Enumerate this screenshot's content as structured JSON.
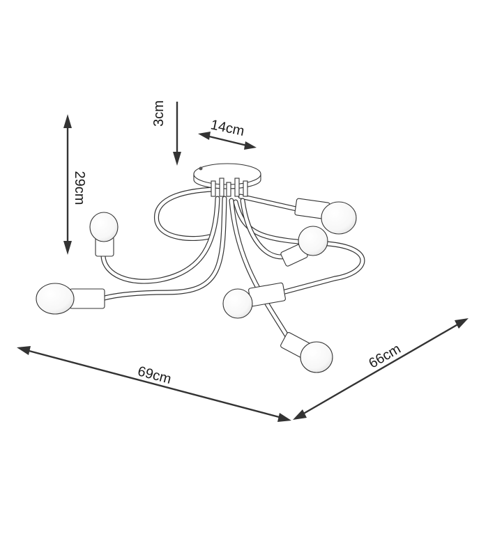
{
  "dimensions": {
    "height_total": "29cm",
    "canopy_height": "3cm",
    "canopy_diameter": "14cm",
    "width": "69cm",
    "depth": "66cm"
  },
  "product": {
    "type": "ceiling lamp",
    "arm_count": 6,
    "line_color": "#333333",
    "fill_color": "#ffffff"
  }
}
